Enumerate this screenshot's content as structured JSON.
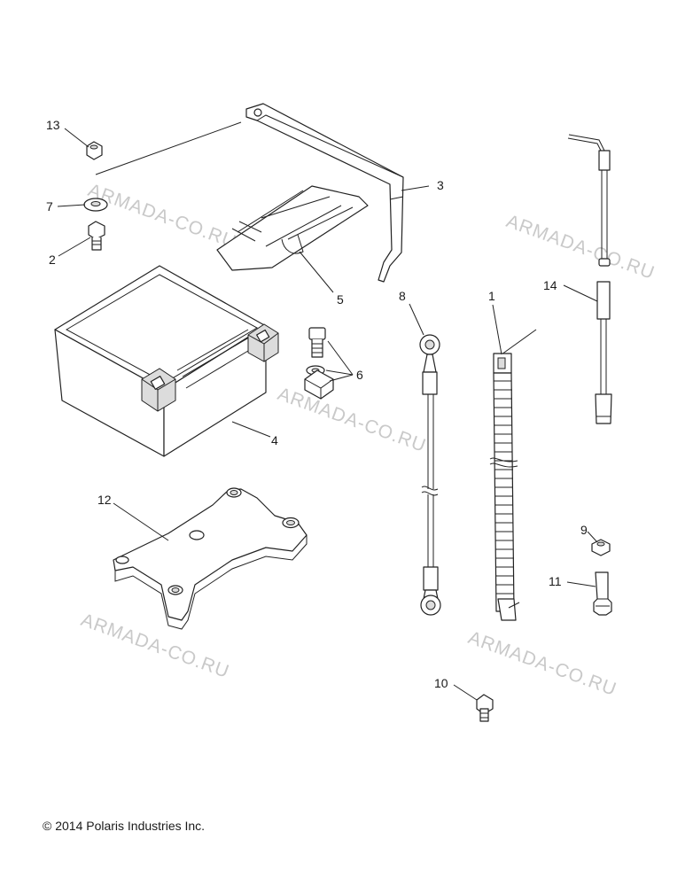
{
  "callouts": [
    "1",
    "2",
    "3",
    "4",
    "5",
    "6",
    "7",
    "8",
    "9",
    "10",
    "11",
    "12",
    "13",
    "14"
  ],
  "watermark": "ARMADA-CO.RU",
  "copyright": "© 2014 Polaris Industries Inc."
}
